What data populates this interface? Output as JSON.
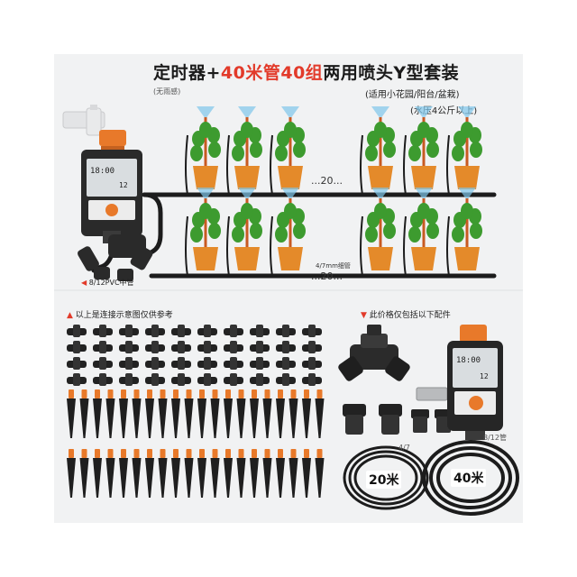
{
  "header": {
    "title_part1": "定时器+",
    "title_part2": "40米管40组",
    "title_part3": "两用喷头Y型套装",
    "rain_sensor_note": "(无雨感)",
    "usage_note": "(适用小花园/阳台/盆栽)",
    "pressure_note": "(水压4公斤以上)"
  },
  "diagram": {
    "ellipsis_top": "...20...",
    "ellipsis_bottom": "...20...",
    "thin_tube_label": "4/7mm细管",
    "main_tube_label": "8/12PVC中管"
  },
  "notes": {
    "left_triangle": "▲",
    "left_text": "以上是连接示意图仅供参考",
    "right_triangle": "▼",
    "right_text": "此价格仅包括以下配件"
  },
  "parts": {
    "tube_small_size": "4/7",
    "tube_small_length": "20米",
    "tube_large_size": "8/12管",
    "tube_large_length": "40米"
  },
  "timer_display": {
    "time": "18:00",
    "number": "12"
  },
  "colors": {
    "accent_red": "#e23a2a",
    "orange": "#e8792a",
    "tube_black": "#1c1c1c",
    "pot_orange": "#e48a2a",
    "leaf_green": "#3d9b2f",
    "mist_blue": "#7fc6ea"
  }
}
